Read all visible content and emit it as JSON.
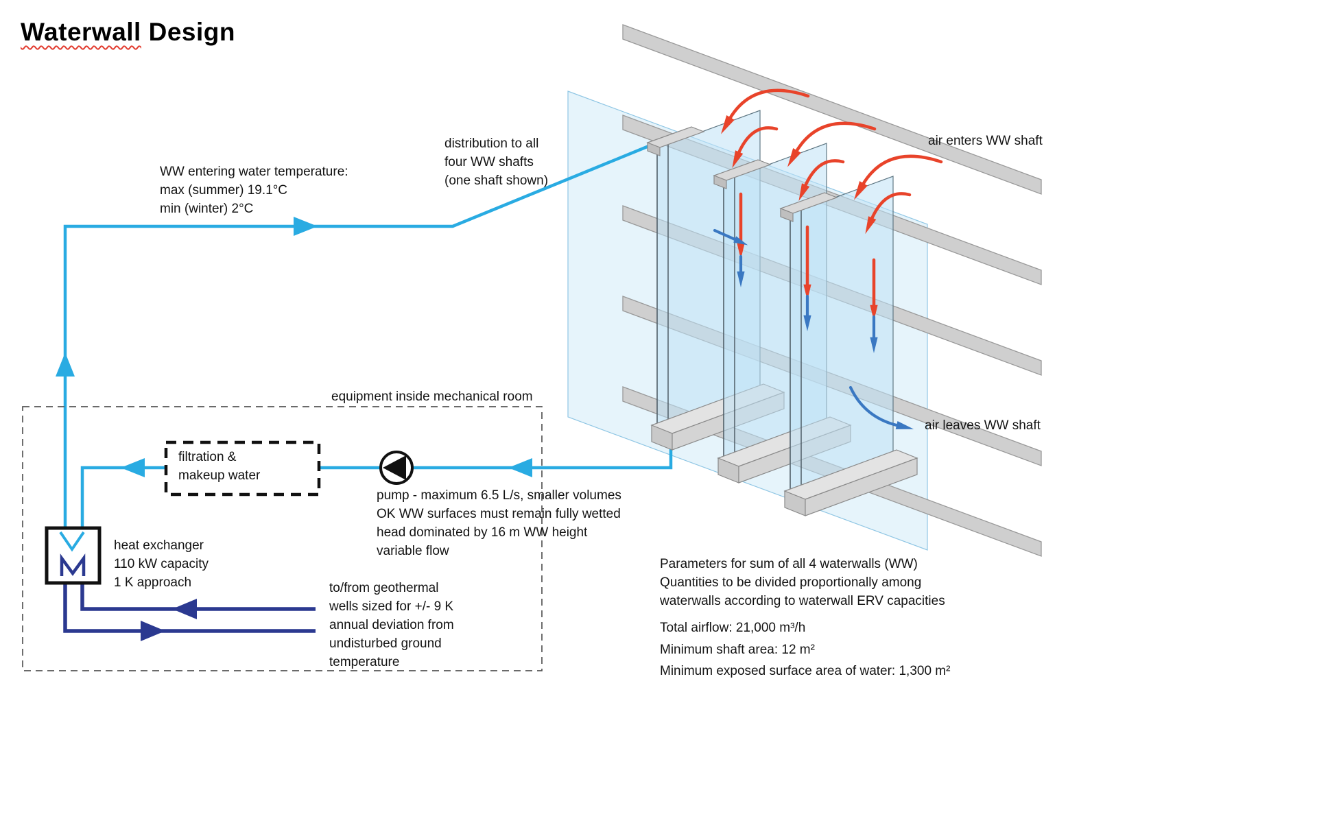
{
  "title": {
    "first": "Waterwall",
    "rest": "Design"
  },
  "labels": {
    "ww_temp": "WW entering water temperature:\nmax (summer) 19.1°C\nmin (winter) 2°C",
    "distribution": "distribution to all\nfour WW shafts\n(one shaft shown)",
    "air_enters": "air enters WW shaft",
    "air_leaves": "air leaves WW shaft",
    "mech_room": "equipment inside mechanical room",
    "filtration": "filtration &\nmakeup water",
    "pump": "pump - maximum 6.5 L/s, smaller volumes\nOK WW surfaces must remain fully wetted\nhead dominated by 16 m WW height\nvariable flow",
    "heat_exchanger": "heat exchanger\n110 kW capacity\n1 K approach",
    "geothermal": "to/from geothermal\nwells sized for +/- 9 K\nannual deviation from\nundisturbed ground\ntemperature",
    "parameters": "Parameters for sum of all 4 waterwalls (WW)\nQuantities to be divided proportionally among\nwaterwalls according to waterwall ERV capacities",
    "totals": "Total airflow: 21,000 m³/h\nMinimum shaft area: 12 m²\nMinimum exposed surface area of water: 1,300 m²"
  },
  "colors": {
    "supply_pipe": "#29ABE2",
    "ground_loop": "#2B3990",
    "warm_air": "#E8432A",
    "cool_air": "#3A78C2",
    "beam_fill": "#CFCFCF",
    "panel_fill": "#BFE2F5"
  }
}
